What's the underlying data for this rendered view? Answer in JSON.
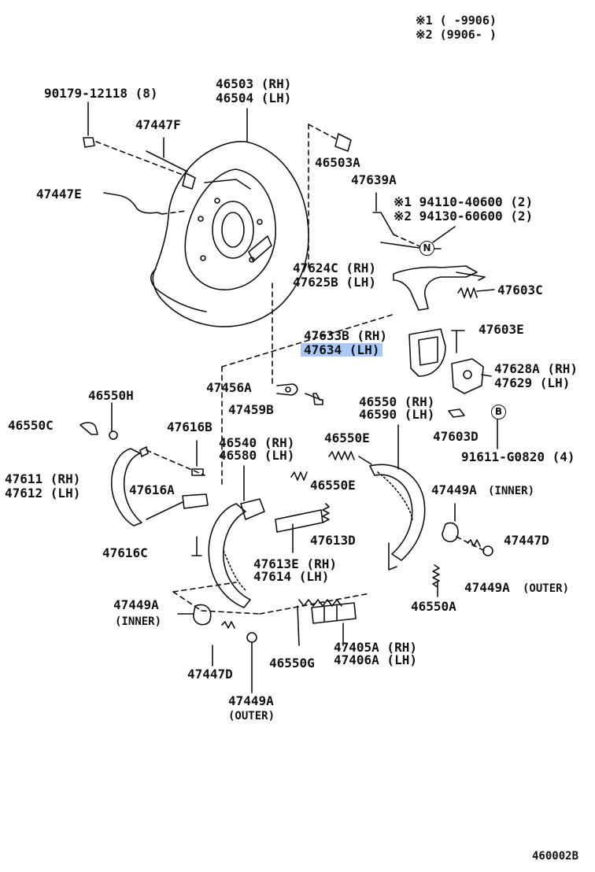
{
  "notes": {
    "n1": "※1 (      -9906)",
    "n2": "※2 (9906-       )",
    "footer": "460002B"
  },
  "parts": {
    "p90179": "90179-12118 (8)",
    "p46503": "46503 (RH)",
    "p46504": "46504 (LH)",
    "p47447F": "47447F",
    "p47447E": "47447E",
    "p46503A": "46503A",
    "p47639A": "47639A",
    "p94110": "※1 94110-40600 (2)",
    "p94130": "※2 94130-60600 (2)",
    "p47624C": "47624C (RH)",
    "p47625B": "47625B (LH)",
    "p47603C": "47603C",
    "p47633B": "47633B (RH)",
    "p47634": "47634 (LH)",
    "p47603E": "47603E",
    "p47628A": "47628A (RH)",
    "p47629": "47629 (LH)",
    "p47456A": "47456A",
    "p47459B": "47459B",
    "p46550H": "46550H",
    "p46550C": "46550C",
    "p47616B": "47616B",
    "p46540": "46540 (RH)",
    "p46580": "46580 (LH)",
    "p46550E1": "46550E",
    "p46550": "46550 (RH)",
    "p46590": "46590 (LH)",
    "p47603D": "47603D",
    "p91611": "91611-G0820 (4)",
    "p47611": "47611 (RH)",
    "p47612": "47612 (LH)",
    "p47616A": "47616A",
    "p46550E2": "46550E",
    "p47449A_inner_r": "47449A",
    "inner_r": "(INNER)",
    "p47613D": "47613D",
    "p47447D_r": "47447D",
    "p47616C": "47616C",
    "p47613E": "47613E (RH)",
    "p47614": "47614 (LH)",
    "p47449A_outer_r": "47449A",
    "outer_r": "(OUTER)",
    "p47449A_inner_l": "47449A",
    "inner_l": "(INNER)",
    "p46550A": "46550A",
    "p47405A": "47405A (RH)",
    "p47406A": "47406A (LH)",
    "p46550G": "46550G",
    "p47447D_l": "47447D",
    "p47449A_outer_l": "47449A",
    "outer_l": "(OUTER)"
  },
  "markers": {
    "N": "N",
    "B": "B"
  },
  "colors": {
    "ink": "#111111",
    "highlight": "#a9c8f3"
  }
}
